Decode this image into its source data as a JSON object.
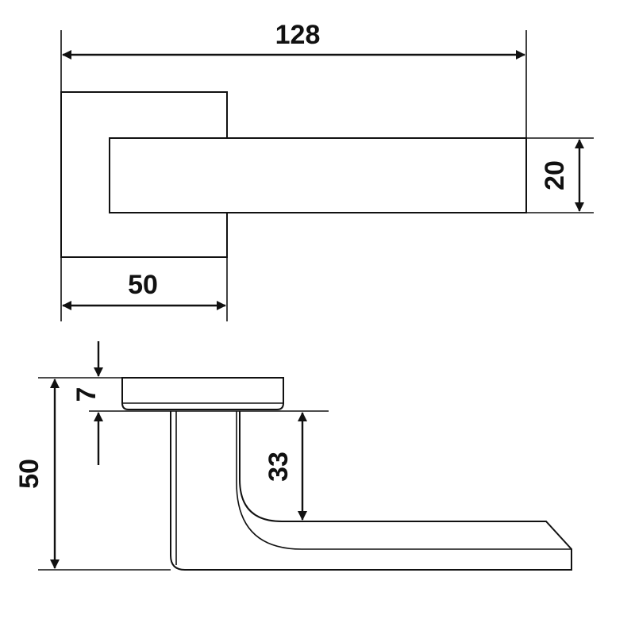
{
  "dimensions": {
    "overall_length": "128",
    "lever_height": "20",
    "rose_width": "50",
    "rose_thickness": "7",
    "clearance": "33",
    "total_depth": "50"
  },
  "colors": {
    "line": "#111111",
    "background": "#ffffff"
  }
}
